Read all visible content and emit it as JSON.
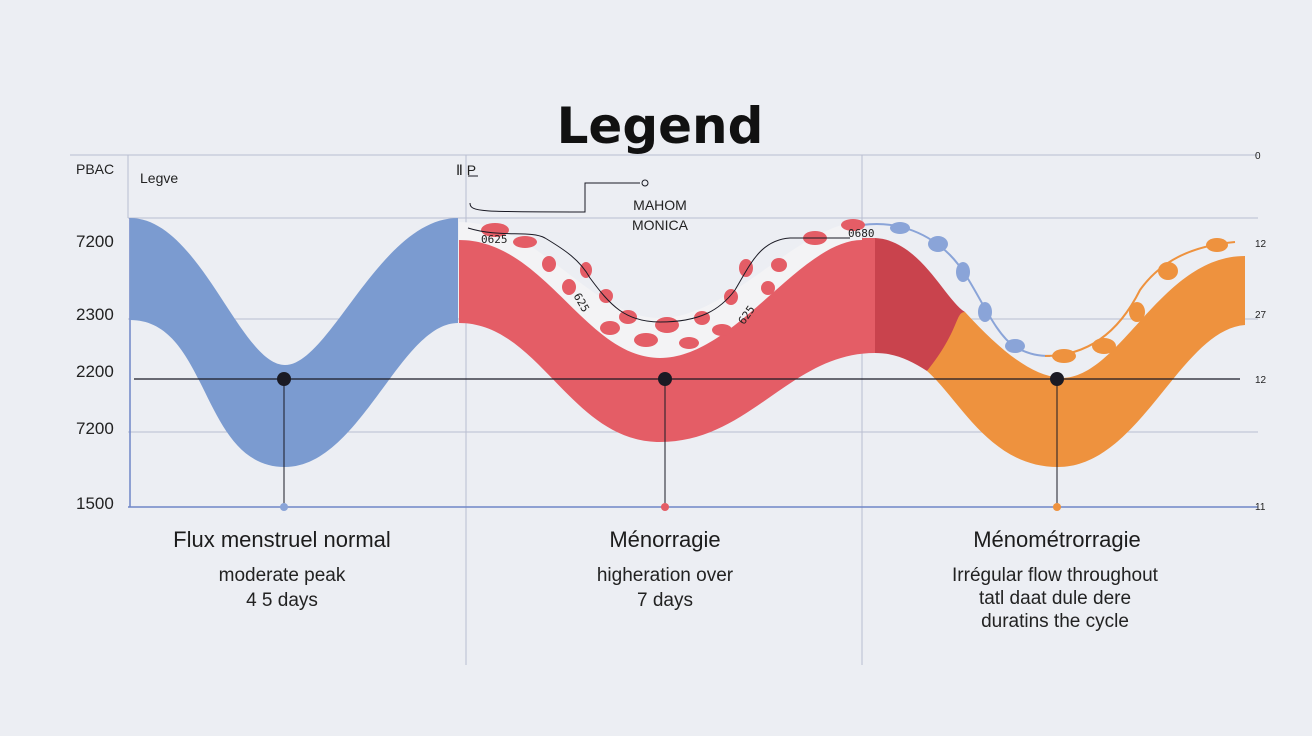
{
  "chart_data": {
    "type": "area",
    "title": "Legend",
    "ylabel": "PBAC",
    "legend_label": "Legve",
    "y_tick_labels": [
      "7200",
      "2300",
      "2200",
      "7200",
      "1500"
    ],
    "right_tick_labels": [
      "0",
      "12",
      "27",
      "12",
      "11"
    ],
    "annotations": {
      "small_label": "Ⅱ P",
      "callout_line1": "MAHOM",
      "callout_line2": "MONICA",
      "red_left_label": "0625",
      "red_right_label": "0680",
      "red_small_a": "625",
      "red_small_b": "625"
    },
    "series": [
      {
        "name": "Flux menstruel normal",
        "description": [
          "moderate peak",
          "4 5 days"
        ],
        "color": "#7b9bd0"
      },
      {
        "name": "Ménorragie",
        "description": [
          "higheration over",
          "7 days"
        ],
        "color": "#e45d66"
      },
      {
        "name": "Ménométrorragie",
        "description": [
          "Irrégular flow throughout",
          "tatl daat dule dere",
          "duratins the cycle"
        ],
        "color": "#ee923e"
      }
    ],
    "accent_colors": {
      "normal_marker": "#8aa4d8",
      "menorrhagia_marker": "#e45d66",
      "menometrorrhagia_marker": "#ee923e",
      "dark_dot": "#1a1a24",
      "background": "#eceef3"
    }
  }
}
